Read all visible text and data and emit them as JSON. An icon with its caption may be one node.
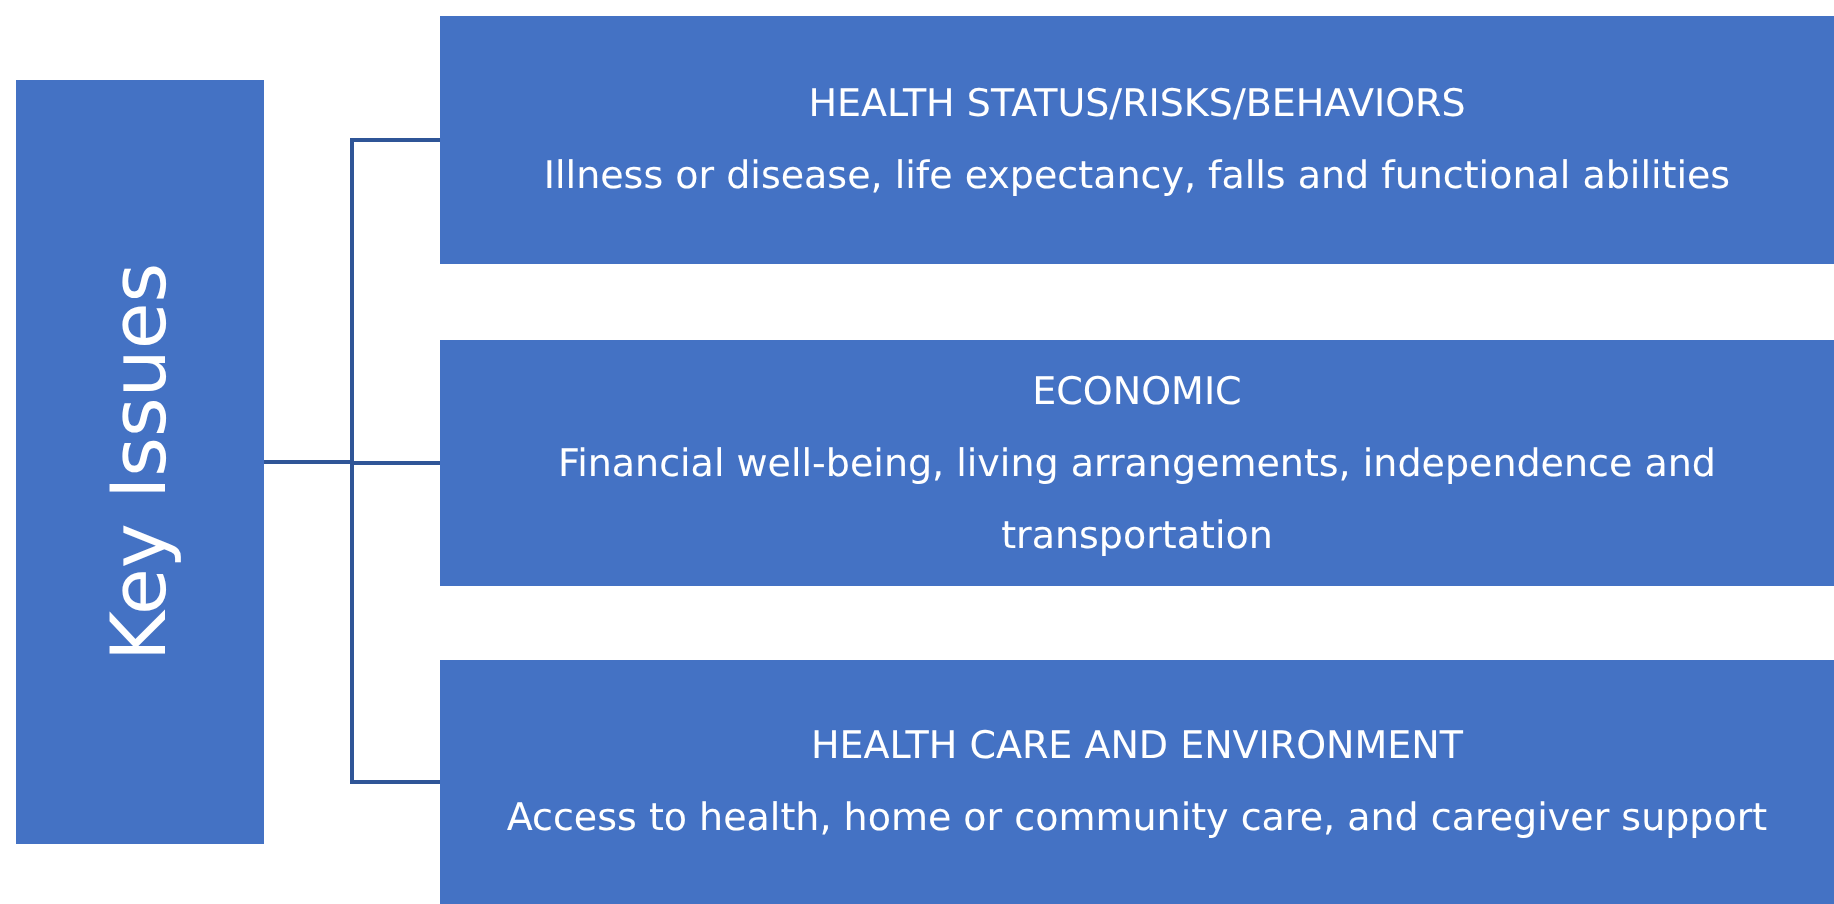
{
  "diagram": {
    "nodes": [
      {
        "text": [
          "Key Issues"
        ]
      },
      {
        "text": [
          "HEALTH STATUS/RISKS/BEHAVIORS",
          "Illness or disease, life expectancy, falls and functional abilities"
        ]
      },
      {
        "text": [
          "ECONOMIC",
          "Financial well-being, living arrangements, independence and transportation"
        ]
      },
      {
        "text": [
          "HEALTH CARE AND ENVIRONMENT",
          "Access to health, home or community care, and caregiver support"
        ]
      }
    ],
    "edges": [
      {
        "from": 0,
        "to": 1,
        "arrow": "none"
      },
      {
        "from": 0,
        "to": 2,
        "arrow": "none"
      },
      {
        "from": 0,
        "to": 3,
        "arrow": "none"
      }
    ]
  }
}
